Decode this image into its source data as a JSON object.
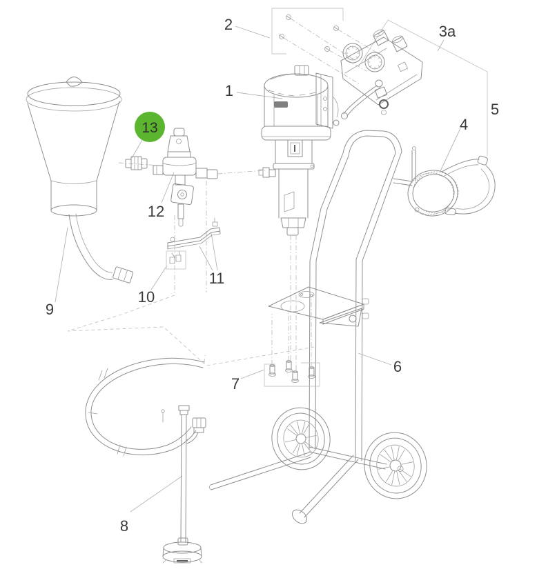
{
  "page": {
    "background": "#ffffff"
  },
  "diagram": {
    "type": "exploded-parts-diagram",
    "subject": "air-powered-pump-on-cart",
    "line_color": "#8f8f8f",
    "leader_color": "#b4b4b4",
    "label_color": "#3a3a3a",
    "highlight": {
      "fill": "#5bb52f",
      "text_color": "#2d2d2d",
      "label": "13"
    },
    "callouts": [
      {
        "label": "1"
      },
      {
        "label": "2"
      },
      {
        "label": "3a"
      },
      {
        "label": "4"
      },
      {
        "label": "5"
      },
      {
        "label": "6"
      },
      {
        "label": "7"
      },
      {
        "label": "8"
      },
      {
        "label": "9"
      },
      {
        "label": "10"
      },
      {
        "label": "11"
      },
      {
        "label": "12"
      },
      {
        "label": "13"
      }
    ]
  }
}
